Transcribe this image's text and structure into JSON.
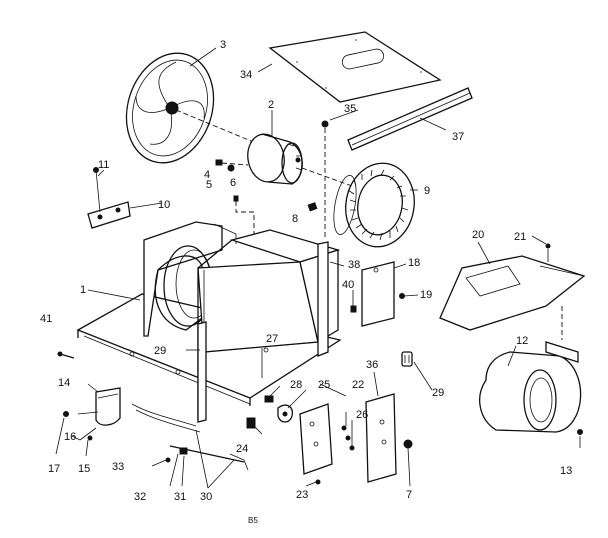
{
  "parts": {
    "p1": "1",
    "p2": "2",
    "p3": "3",
    "p4": "4",
    "p5": "5",
    "p6": "6",
    "p7": "7",
    "p8": "8",
    "p9": "9",
    "p10": "10",
    "p11": "11",
    "p12": "12",
    "p13": "13",
    "p14": "14",
    "p15": "15",
    "p16": "16",
    "p17": "17",
    "p18": "18",
    "p19": "19",
    "p20": "20",
    "p21": "21",
    "p22": "22",
    "p23": "23",
    "p24": "24",
    "p25": "25",
    "p26": "26",
    "p27": "27",
    "p28": "28",
    "p29a": "29",
    "p29b": "29",
    "p30": "30",
    "p31": "31",
    "p32": "32",
    "p33": "33",
    "p34": "34",
    "p35": "35",
    "p36": "36",
    "p37": "37",
    "p38": "38",
    "p40": "40",
    "p41": "41"
  },
  "page_marker": "B5"
}
